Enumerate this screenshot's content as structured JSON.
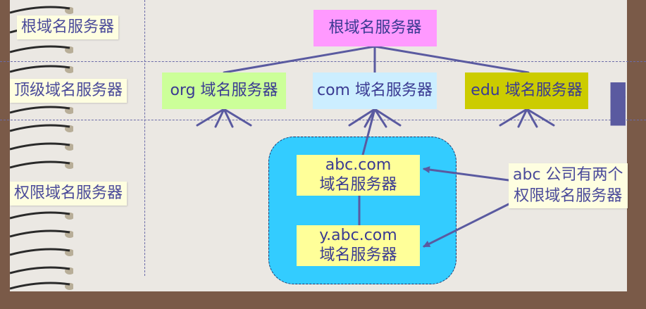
{
  "levels": {
    "root": "根域名服务器",
    "tld": "顶级域名服务器",
    "authoritative": "权限域名服务器"
  },
  "nodes": {
    "root": "根域名服务器",
    "org": "org 域名服务器",
    "com": "com 域名服务器",
    "edu": "edu 域名服务器",
    "abc_line1": "abc.com",
    "abc_line2": "域名服务器",
    "yabc_line1": "y.abc.com",
    "yabc_line2": "域名服务器"
  },
  "annotation": {
    "line1": "abc 公司有两个",
    "line2": "权限域名服务器"
  },
  "ellipsis": "■ ■ ■",
  "colors": {
    "root": "#ff99ff",
    "org": "#ccff99",
    "com": "#cceeff",
    "edu": "#cccc00",
    "server": "#ffff99",
    "zone": "#33ccff",
    "label_bg": "#fefee0",
    "text": "#3a3a92",
    "line": "#5a5aa0"
  }
}
